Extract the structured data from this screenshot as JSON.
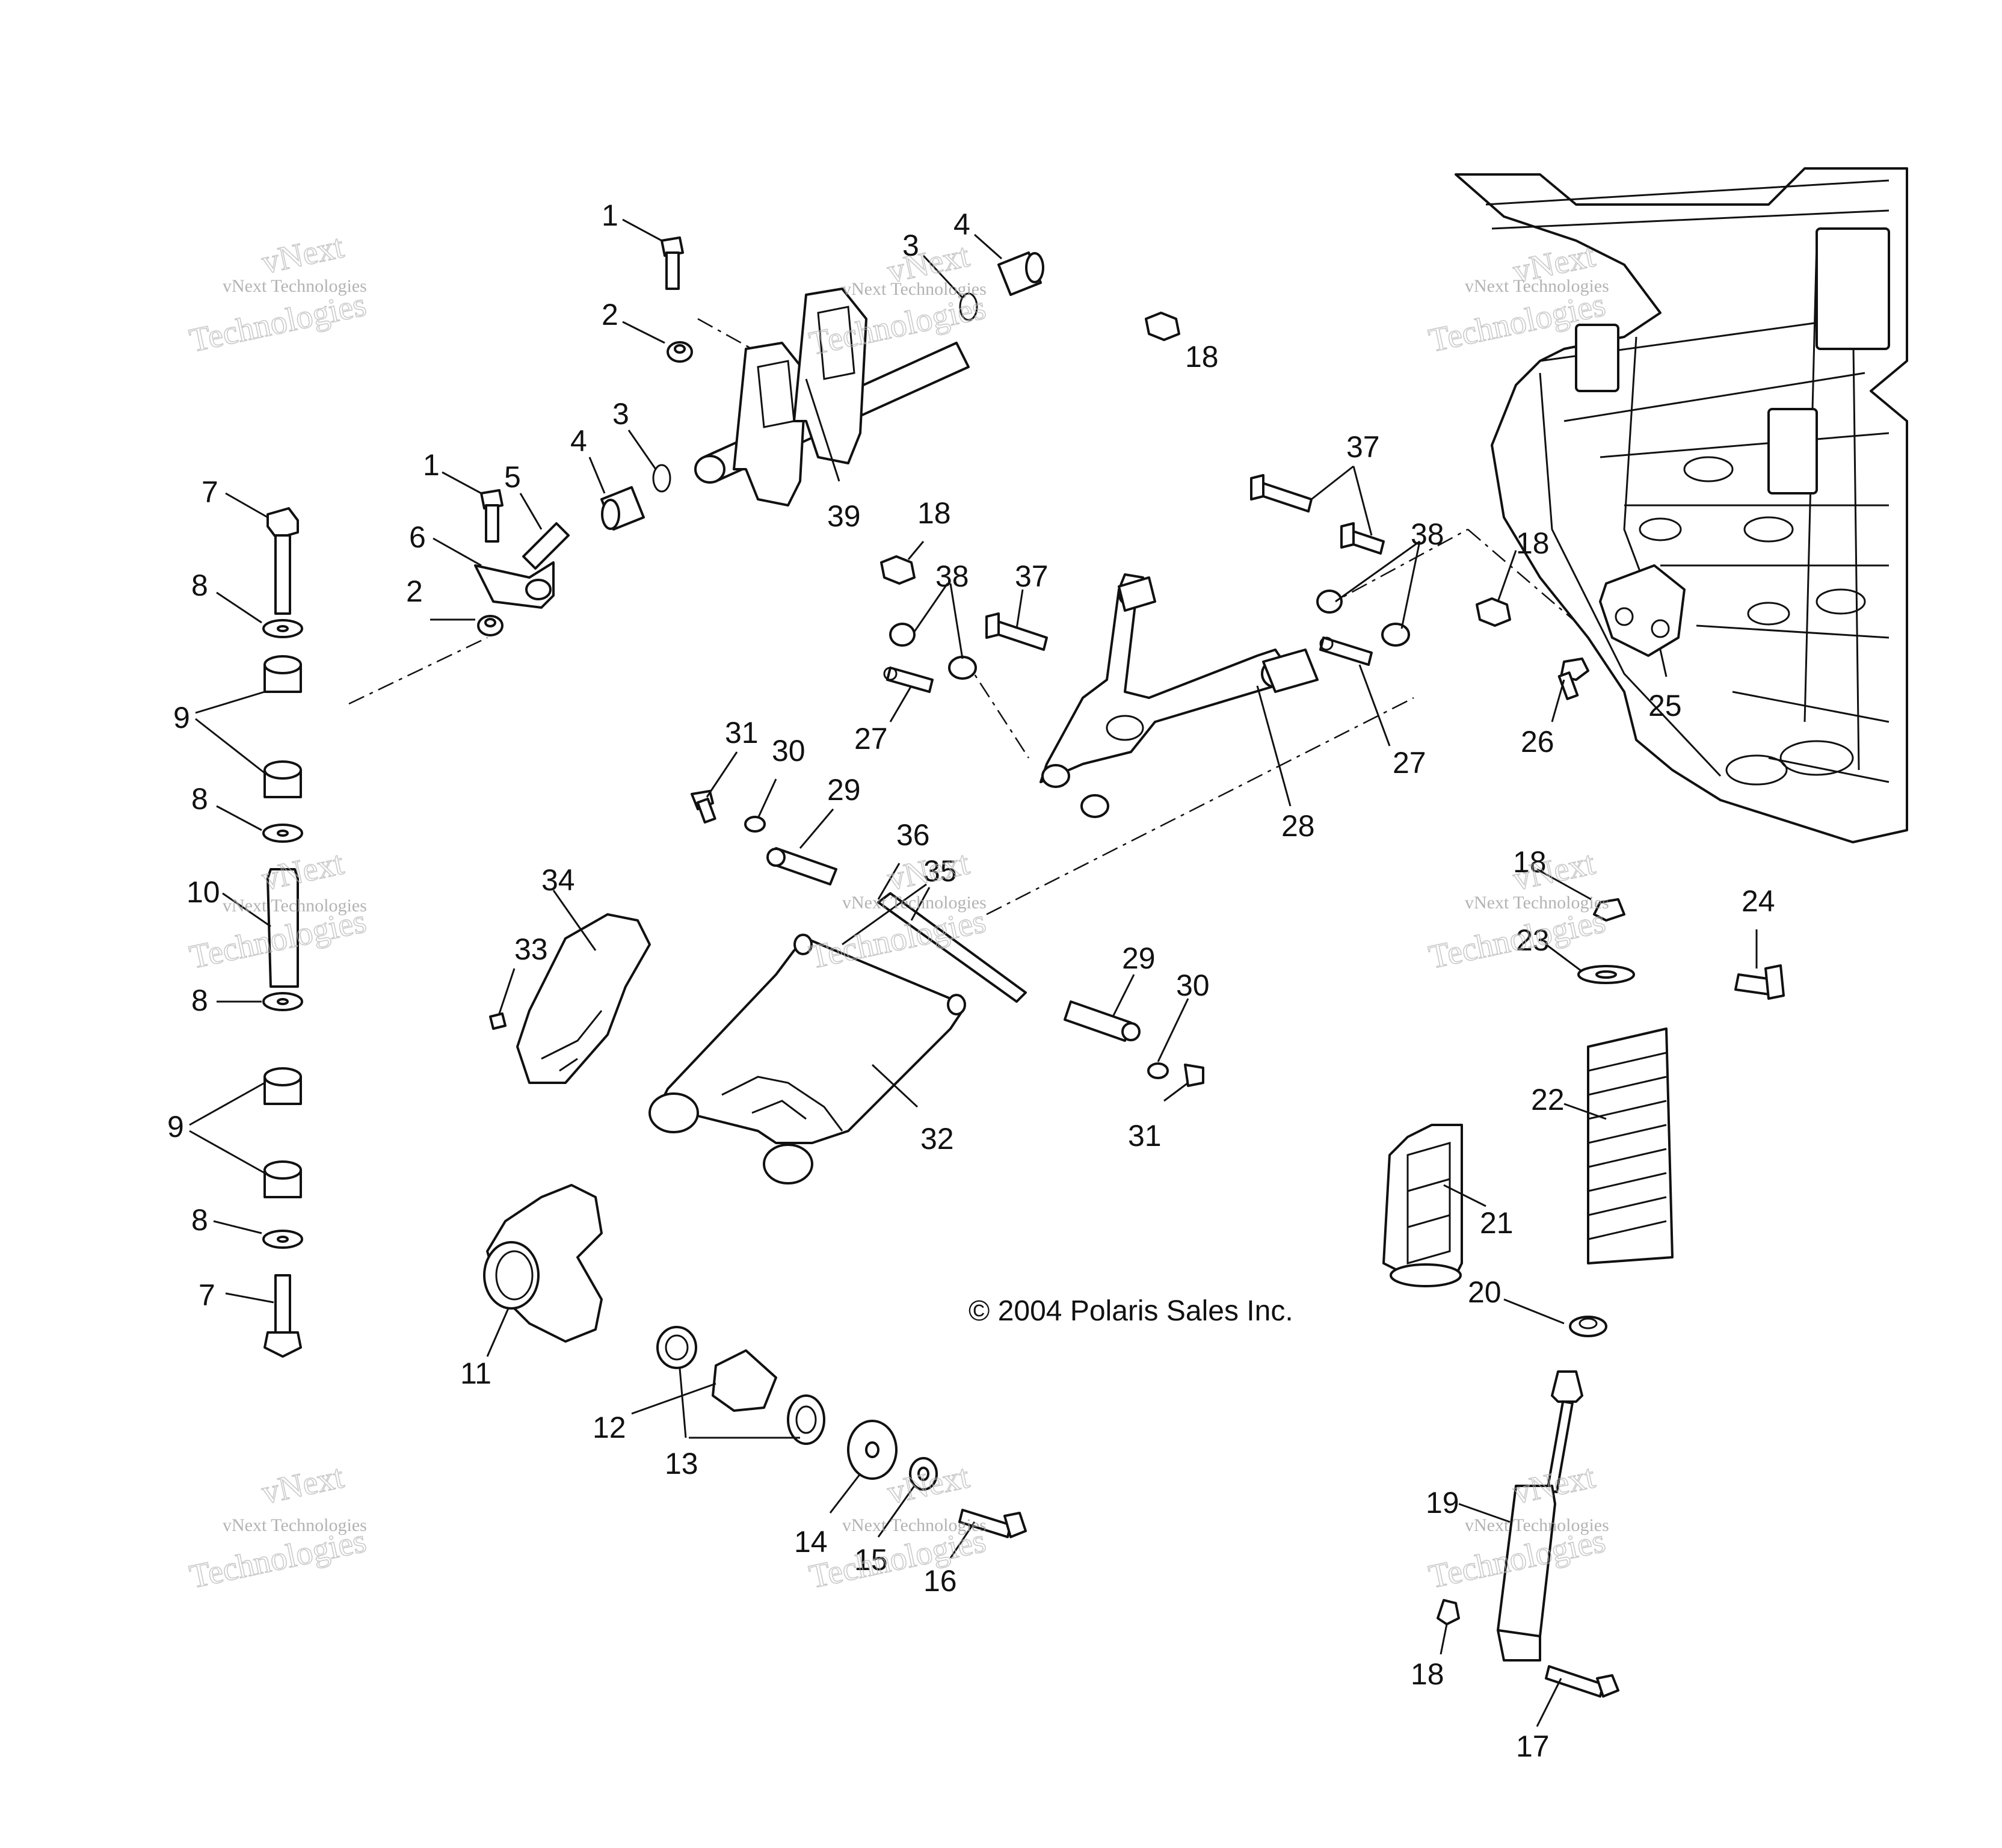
{
  "copyright": "© 2004 Polaris Sales Inc.",
  "watermark": {
    "line1": "vNext Technologies",
    "line2": "vNext",
    "line3": "Technologies"
  },
  "callouts": [
    "1",
    "2",
    "3",
    "4",
    "1",
    "5",
    "4",
    "3",
    "2",
    "6",
    "7",
    "8",
    "9",
    "8",
    "10",
    "8",
    "9",
    "8",
    "7",
    "39",
    "18",
    "18",
    "38",
    "37",
    "37",
    "38",
    "18",
    "27",
    "27",
    "28",
    "25",
    "26",
    "31",
    "30",
    "29",
    "36",
    "35",
    "34",
    "33",
    "32",
    "29",
    "30",
    "31",
    "11",
    "12",
    "13",
    "14",
    "15",
    "16",
    "18",
    "23",
    "24",
    "22",
    "21",
    "20",
    "19",
    "18",
    "17"
  ]
}
